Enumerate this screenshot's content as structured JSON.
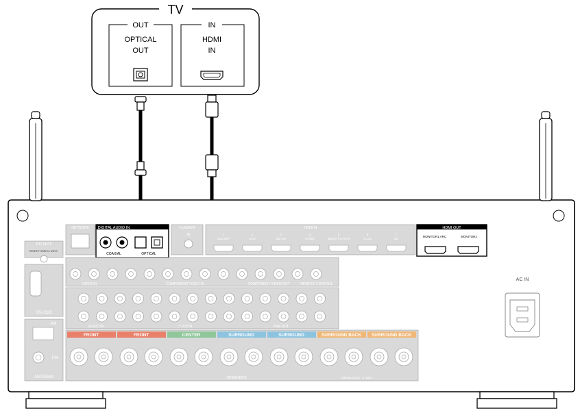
{
  "tv": {
    "title": "TV",
    "out_label": "OUT",
    "optical_line1": "OPTICAL",
    "optical_line2": "OUT",
    "in_label": "IN",
    "hdmi_line1": "HDMI",
    "hdmi_line2": "IN"
  },
  "receiver": {
    "network": "NETWORK",
    "digital_audio_in": "DIGITAL AUDIO IN",
    "coaxial": "COAXIAL",
    "optical": "OPTICAL",
    "flasher": "FLASHER",
    "flasher_in": "IN",
    "hdmi_in": "HDMI IN",
    "hdmi_out": "HDMI OUT",
    "monitor1_arc": "MONITOR1 ARC",
    "monitor2": "MONITOR2",
    "dc_out": "DC OUT",
    "dc_spec": "DC12V 150mA MAX.",
    "rs232c": "RS-232C",
    "antenna": "ANTENNA",
    "am": "AM",
    "fm": "FM",
    "ac_in": "AC IN",
    "speakers": "SPEAKERS",
    "impedance": "IMPEDANCE : 4~16Ω",
    "video_in": "VIDEO IN",
    "component_video_in": "COMPONENT VIDEO IN",
    "component_video_out": "COMPONENT VIDEO OUT",
    "remote_control": "REMOTE CONTROL",
    "audio_in": "AUDIO IN",
    "pre_out": "PRE OUT",
    "ch71_in": "7.1CH IN",
    "hdmi_inputs": [
      "CBL/SAT",
      "DVD",
      "Blu-ray",
      "GAME",
      "MEDIA PLAYER",
      "AUX2",
      "CD"
    ],
    "speaker_groups": [
      "FRONT",
      "FRONT",
      "CENTER",
      "SURROUND",
      "SURROUND",
      "SURROUND BACK",
      "SURROUND BACK"
    ]
  },
  "colors": {
    "front": "#e8806a",
    "center": "#8fc79a",
    "surround": "#8cc4e0",
    "surround_back": "#f0b878",
    "panel_gray": "#d9d9d9"
  }
}
